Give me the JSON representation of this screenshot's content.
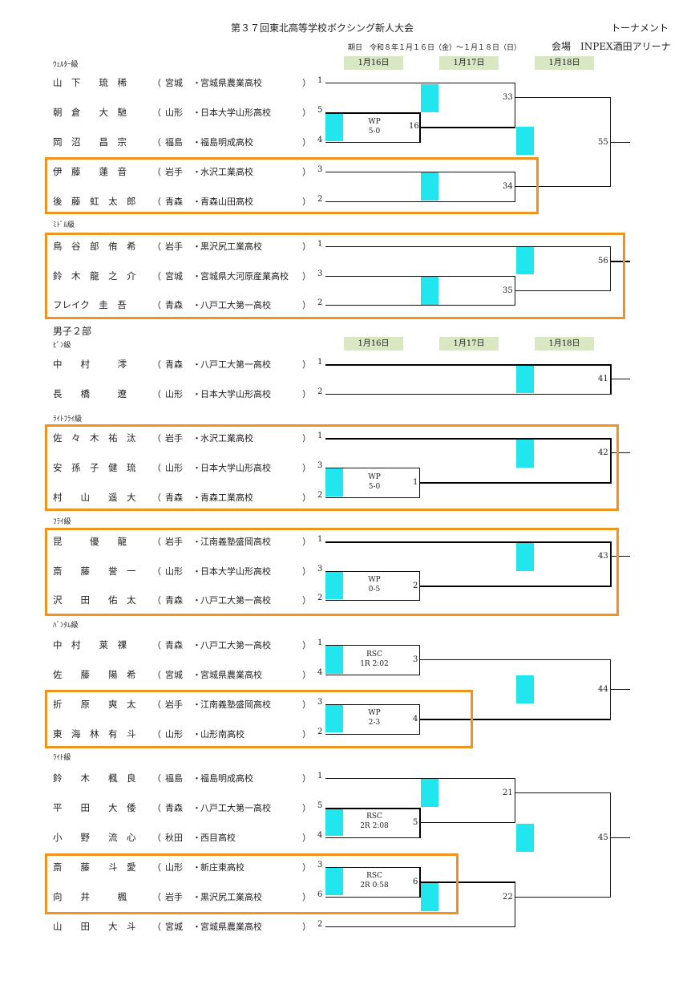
{
  "header": {
    "title": "第３７回東北高等学校ボクシング新人大会",
    "tournament": "トーナメント",
    "dates": "期日　令和８年１月１６日（金）～１月１８日（日）",
    "venue": "会場　INPEX酒田アリーナ"
  },
  "days": [
    "1月16日",
    "1月17日",
    "1月18日"
  ],
  "section_label": "男子２部",
  "categories": {
    "welter": "ｳｪﾙﾀｰ級",
    "middle": "ﾐﾄﾞﾙ級",
    "pin": "ﾋﾟﾝ級",
    "lightfly": "ﾗｲﾄﾌﾗｲ級",
    "fly": "ﾌﾗｲ級",
    "bantam": "ﾊﾞﾝﾀﾑ級",
    "light": "ﾗｲﾄ級"
  },
  "fighters": [
    {
      "name": "山　下　　琉　稀",
      "pref": "宮城",
      "school": "宮城県農業高校",
      "seed": "1"
    },
    {
      "name": "朝　倉　　大　馳",
      "pref": "山形",
      "school": "日本大学山形高校",
      "seed": "5"
    },
    {
      "name": "岡　沼　　昌　宗",
      "pref": "福島",
      "school": "福島明成高校",
      "seed": "4"
    },
    {
      "name": "伊　藤　　蓮　音",
      "pref": "岩手",
      "school": "水沢工業高校",
      "seed": "3"
    },
    {
      "name": "後　藤　虹　太　郎",
      "pref": "青森",
      "school": "青森山田高校",
      "seed": "2"
    },
    {
      "name": "鳥　谷　部　侑　希",
      "pref": "岩手",
      "school": "黒沢尻工業高校",
      "seed": "1"
    },
    {
      "name": "鈴　木　龍　之　介",
      "pref": "宮城",
      "school": "宮城県大河原産業高校",
      "seed": "3"
    },
    {
      "name": "フレイク　圭　吾",
      "pref": "青森",
      "school": "八戸工大第一高校",
      "seed": "2"
    },
    {
      "name": "中　　村　　　澪",
      "pref": "青森",
      "school": "八戸工大第一高校",
      "seed": "1"
    },
    {
      "name": "長　　橋　　　遼",
      "pref": "山形",
      "school": "日本大学山形高校",
      "seed": "2"
    },
    {
      "name": "佐　々　木　祐　汰",
      "pref": "岩手",
      "school": "水沢工業高校",
      "seed": "1"
    },
    {
      "name": "安　孫　子　健　琉",
      "pref": "山形",
      "school": "日本大学山形高校",
      "seed": "3"
    },
    {
      "name": "村　　山　　遥　大",
      "pref": "青森",
      "school": "青森工業高校",
      "seed": "2"
    },
    {
      "name": "昆　　　優　　龍",
      "pref": "岩手",
      "school": "江南義塾盛岡高校",
      "seed": "1"
    },
    {
      "name": "斎　　藤　　誉　一",
      "pref": "山形",
      "school": "日本大学山形高校",
      "seed": "3"
    },
    {
      "name": "沢　　田　　佑　太",
      "pref": "青森",
      "school": "八戸工大第一高校",
      "seed": "2"
    },
    {
      "name": "中　村　　莱　祼",
      "pref": "青森",
      "school": "八戸工大第一高校",
      "seed": "1"
    },
    {
      "name": "佐　　藤　　陽　希",
      "pref": "宮城",
      "school": "宮城県農業高校",
      "seed": "4"
    },
    {
      "name": "折　　原　　爽　太",
      "pref": "岩手",
      "school": "江南義塾盛岡高校",
      "seed": "3"
    },
    {
      "name": "東　海　林　有　斗",
      "pref": "山形",
      "school": "山形南高校",
      "seed": "2"
    },
    {
      "name": "鈴　　木　　楓　良",
      "pref": "福島",
      "school": "福島明成高校",
      "seed": "1"
    },
    {
      "name": "平　　田　　大　倭",
      "pref": "青森",
      "school": "八戸工大第一高校",
      "seed": "5"
    },
    {
      "name": "小　　野　　流　心",
      "pref": "秋田",
      "school": "西目高校",
      "seed": "4"
    },
    {
      "name": "斎　　藤　　斗　愛",
      "pref": "山形",
      "school": "新庄東高校",
      "seed": "3"
    },
    {
      "name": "向　　井　　　楓",
      "pref": "岩手",
      "school": "黒沢尻工業高校",
      "seed": "6"
    },
    {
      "name": "山　　田　　大　斗",
      "pref": "宮城",
      "school": "宮城県農業高校",
      "seed": "2"
    }
  ],
  "bouts": [
    "16",
    "33",
    "34",
    "55",
    "35",
    "56",
    "41",
    "1",
    "42",
    "2",
    "43",
    "3",
    "4",
    "44",
    "5",
    "21",
    "6",
    "22",
    "45"
  ],
  "results": [
    {
      "method": "WP",
      "score": "5-0"
    },
    {
      "method": "WP",
      "score": "5-0"
    },
    {
      "method": "WP",
      "score": "0-5"
    },
    {
      "method": "RSC",
      "score": "1R 2:02"
    },
    {
      "method": "WP",
      "score": "2-3"
    },
    {
      "method": "RSC",
      "score": "2R 2:08"
    },
    {
      "method": "RSC",
      "score": "2R 0:58"
    }
  ],
  "colors": {
    "highlight": "#f0921e",
    "cyan": "#22e6ee",
    "daybox": "#d9e7c5"
  }
}
